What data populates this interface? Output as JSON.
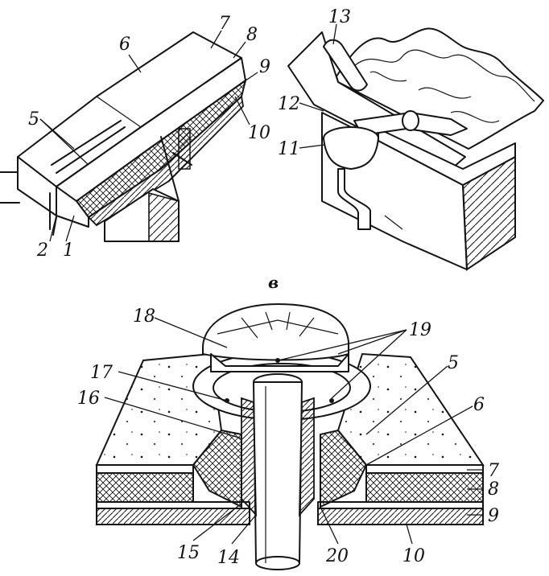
{
  "panel_label": "в",
  "colors": {
    "ink": "#141414",
    "paper": "#ffffff"
  },
  "callouts": {
    "c1": "1",
    "c2": "2",
    "c5": "5",
    "c6": "6",
    "c7": "7",
    "c8": "8",
    "c9": "9",
    "c10": "10",
    "c11": "11",
    "c12": "12",
    "c13": "13",
    "c14": "14",
    "c15": "15",
    "c16": "16",
    "c17": "17",
    "c18": "18",
    "c19": "19",
    "c20": "20",
    "c5b": "5",
    "c6b": "6",
    "c7b": "7",
    "c8b": "8",
    "c9b": "9",
    "c10b": "10"
  }
}
